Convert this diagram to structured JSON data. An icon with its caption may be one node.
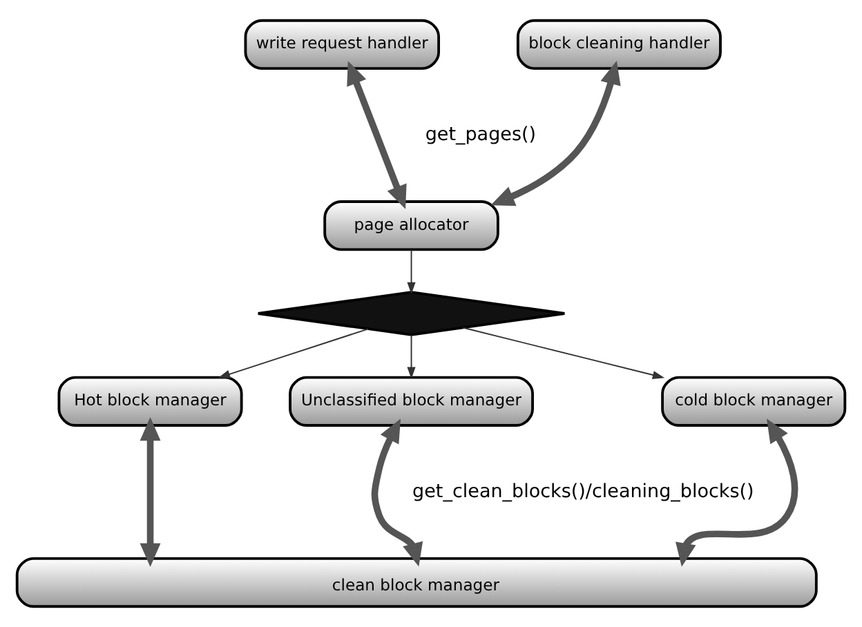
{
  "diagram": {
    "nodes": [
      {
        "text": [
          "write request handler"
        ]
      },
      {
        "text": [
          "block cleaning handler"
        ]
      },
      {
        "text": [
          "page allocator"
        ]
      },
      {
        "text": [],
        "shape": "diamond"
      },
      {
        "text": [
          "Hot block manager"
        ]
      },
      {
        "text": [
          "Unclassified block manager"
        ]
      },
      {
        "text": [
          "cold block manager"
        ]
      },
      {
        "text": [
          "clean block manager"
        ]
      }
    ],
    "edges": [
      {
        "from": 0,
        "to": 2,
        "arrow": "both"
      },
      {
        "from": 1,
        "to": 2,
        "arrow": "both"
      },
      {
        "from": 2,
        "to": 3,
        "arrow": "to"
      },
      {
        "from": 3,
        "to": 4,
        "arrow": "to"
      },
      {
        "from": 3,
        "to": 5,
        "arrow": "to"
      },
      {
        "from": 3,
        "to": 6,
        "arrow": "to"
      },
      {
        "from": 4,
        "to": 7,
        "arrow": "both"
      },
      {
        "from": 5,
        "to": 7,
        "arrow": "both"
      },
      {
        "from": 6,
        "to": 7,
        "arrow": "both"
      }
    ],
    "labels": [
      "get_pages()",
      "get_clean_blocks()/cleaning_blocks()"
    ]
  }
}
